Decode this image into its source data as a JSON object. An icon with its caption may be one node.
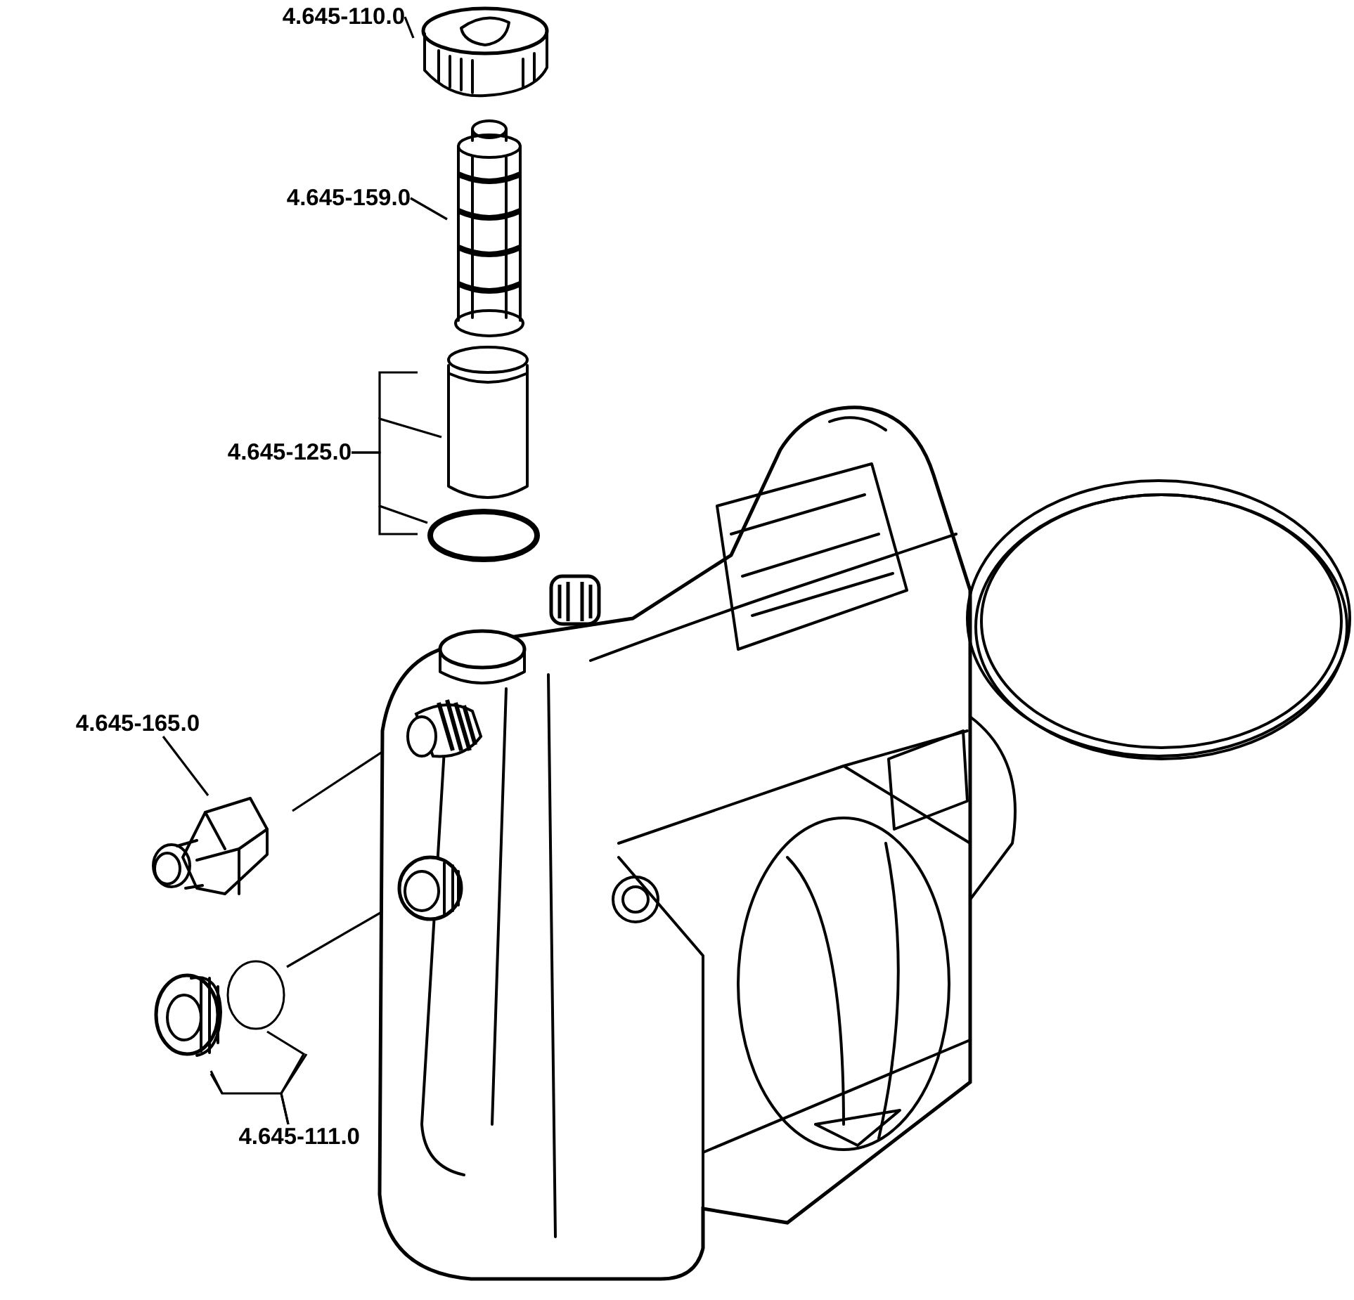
{
  "diagram": {
    "nodes": [
      {
        "text": [
          "4.645-110.0"
        ]
      },
      {
        "text": [],
        "shape": "picture"
      },
      {
        "text": [
          "4.645-159.0"
        ]
      },
      {
        "text": [],
        "shape": "picture"
      },
      {
        "text": [
          "4.645-125.0"
        ]
      },
      {
        "text": [],
        "shape": "picture"
      },
      {
        "text": [],
        "shape": "circle"
      },
      {
        "text": [
          "4.645-165.0"
        ]
      },
      {
        "text": [],
        "shape": "picture"
      },
      {
        "text": [],
        "shape": "picture"
      },
      {
        "text": [],
        "shape": "circle"
      },
      {
        "text": [
          "4.645-111.0"
        ]
      },
      {
        "text": [],
        "shape": "picture"
      },
      {
        "text": [],
        "shape": "picture",
        "in": 12
      },
      {
        "text": [],
        "shape": "picture",
        "in": 12
      }
    ],
    "edges": [
      {
        "from": 0,
        "to": 1,
        "arrow": "none"
      },
      {
        "from": 2,
        "to": 3,
        "arrow": "none"
      },
      {
        "from": 4,
        "to": 5,
        "arrow": "none"
      },
      {
        "from": 4,
        "to": 6,
        "arrow": "none"
      },
      {
        "from": 7,
        "to": 8,
        "arrow": "none"
      },
      {
        "from": 11,
        "to": 9,
        "arrow": "none"
      },
      {
        "from": 11,
        "to": 10,
        "arrow": "none"
      },
      {
        "from": 8,
        "to": 13,
        "arrow": "none"
      },
      {
        "from": 10,
        "to": 14,
        "arrow": "none"
      }
    ]
  }
}
